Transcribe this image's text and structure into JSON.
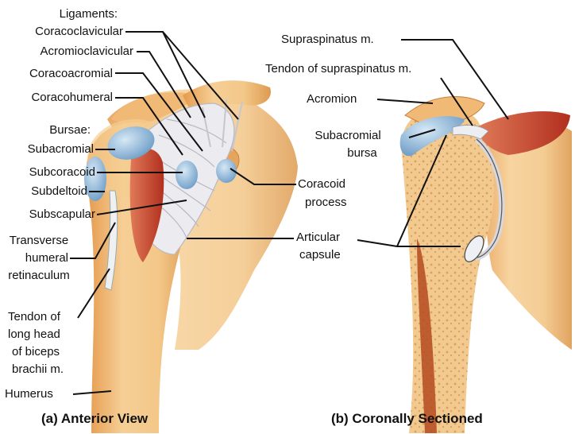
{
  "anterior": {
    "ligaments_heading": "Ligaments:",
    "coracoclavicular": "Coracoclavicular",
    "acromioclavicular": "Acromioclavicular",
    "coracoacromial": "Coracoacromial",
    "coracohumeral": "Coracohumeral",
    "bursae_heading": "Bursae:",
    "subacromial": "Subacromial",
    "subcoracoid": "Subcoracoid",
    "subdeltoid": "Subdeltoid",
    "subscapular": "Subscapular",
    "transverse_1": "Transverse",
    "transverse_2": "humeral",
    "transverse_3": "retinaculum",
    "tendon_1": "Tendon of",
    "tendon_2": "long head",
    "tendon_3": "of biceps",
    "tendon_4": "brachii m.",
    "humerus": "Humerus",
    "coracoid_1": "Coracoid",
    "coracoid_2": "process",
    "caption": "(a) Anterior View"
  },
  "coronal": {
    "supraspinatus": "Supraspinatus m.",
    "tendon_supraspinatus": "Tendon of supraspinatus m.",
    "acromion": "Acromion",
    "subacromial_1": "Subacromial",
    "subacromial_2": "bursa",
    "articular_1": "Articular",
    "articular_2": "capsule",
    "caption": "(b) Coronally Sectioned"
  },
  "colors": {
    "bone": "#f3c788",
    "bone_dark": "#dd9a4f",
    "ligament": "#e8e8ec",
    "bursa": "#8fb8d8",
    "muscle": "#c8402c",
    "leader": "#111111"
  }
}
